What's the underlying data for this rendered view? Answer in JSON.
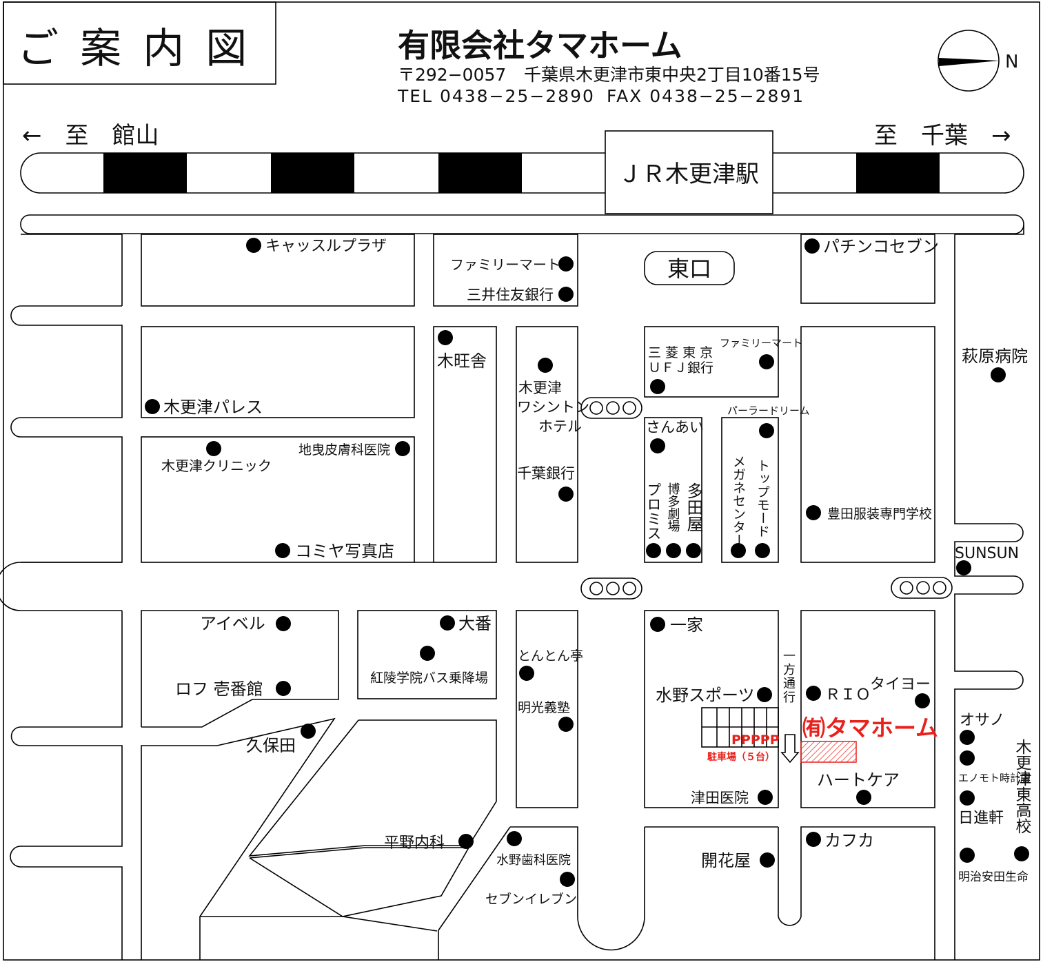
{
  "title": "ご 案 内 図",
  "company": {
    "name": "有限会社タマホーム",
    "postal": "〒292−0057",
    "address": "千葉県木更津市東中央2丁目10番15号",
    "tel": "TEL 0438−25−2890",
    "fax": "FAX 0438−25−2891"
  },
  "compass": {
    "north_label": "N"
  },
  "directions": {
    "west": "←　至　館山",
    "east": "至　千葉　→"
  },
  "station": {
    "name": "ＪＲ木更津駅",
    "exit": "東口"
  },
  "signal_icon": "○○○",
  "one_way": "一方通行",
  "parking": {
    "marks": "PPPPP",
    "label": "駐車場（５台）"
  },
  "target": {
    "name": "㈲タマホーム",
    "color": "#e8211c"
  },
  "landmarks": {
    "castle_plaza": "キャッスルプラザ",
    "family_mart_1": "ファミリーマート",
    "smbc": "三井住友銀行",
    "pachinko_seven": "パチンコセブン",
    "kioushiya": "木旺舎",
    "kisarazu_washington_1": "木更津",
    "kisarazu_washington_2": "ワシントン",
    "kisarazu_washington_3": "ホテル",
    "mufg_1": "三 菱 東 京",
    "mufg_2": "ＵＦＪ銀行",
    "family_mart_2": "ファミリーマート",
    "ogiwara_hospital": "萩原病院",
    "kisarazu_palace": "木更津パレス",
    "parlor_dream": "パーラードリーム",
    "sanai": "さんあい",
    "kisarazu_clinic": "木更津クリニック",
    "dermatology": "地曳皮膚科医院",
    "chiba_bank": "千葉銀行",
    "promise": "プロミス",
    "hakata_theater": "博多劇場",
    "tadaya": "多田屋",
    "megane_center": "メガネセンター",
    "top_mode": "トップモード",
    "toyoda_school": "豊田服装専門学校",
    "komiya_photo": "コミヤ写真店",
    "sunsun": "SUNSUN",
    "aibell": "アイベル",
    "daiban": "大番",
    "ikka": "一家",
    "tonton": "とんとん亭",
    "koryo_bus": "紅陵学院バス乗降場",
    "loft": "ロフ 壱番館",
    "mizuno_sports": "水野スポーツ",
    "rio": "ＲＩＯ",
    "taiyo": "タイヨー",
    "meiko": "明光義塾",
    "kubota": "久保田",
    "osano": "オサノ",
    "enomoto": "エノモト時計店",
    "kisarazu_east_high": "木更津東高校",
    "heart_care": "ハートケア",
    "tsuda_clinic": "津田医院",
    "nisshinken": "日進軒",
    "hirano_naika": "平野内科",
    "kafuka": "カフカ",
    "mizuno_dental": "水野歯科医院",
    "kaikaya": "開花屋",
    "meiji_yasuda": "明治安田生命",
    "seven_eleven": "セブンイレブン"
  }
}
